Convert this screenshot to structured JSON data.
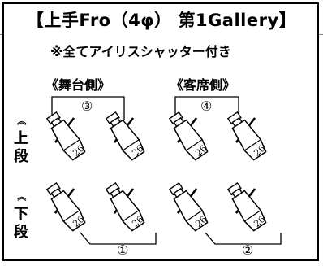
{
  "title": "【上手Fro（4φ） 第1Gallery】",
  "subtitle": "※全てアイリスシャッター付き",
  "sections": {
    "left": "《舞台側》",
    "right": "《客席側》"
  },
  "rows": {
    "upper": {
      "mark": "《",
      "chars": [
        "上",
        "段"
      ]
    },
    "lower": {
      "mark": "《",
      "chars": [
        "下",
        "段"
      ]
    }
  },
  "circuits": [
    "③",
    "④",
    "①",
    "②"
  ],
  "fixtures": [
    {
      "label": "26"
    },
    {
      "label": "26"
    },
    {
      "label": "26"
    },
    {
      "label": "26"
    },
    {
      "label": "26"
    },
    {
      "label": "26"
    },
    {
      "label": "26"
    },
    {
      "label": "26"
    }
  ]
}
